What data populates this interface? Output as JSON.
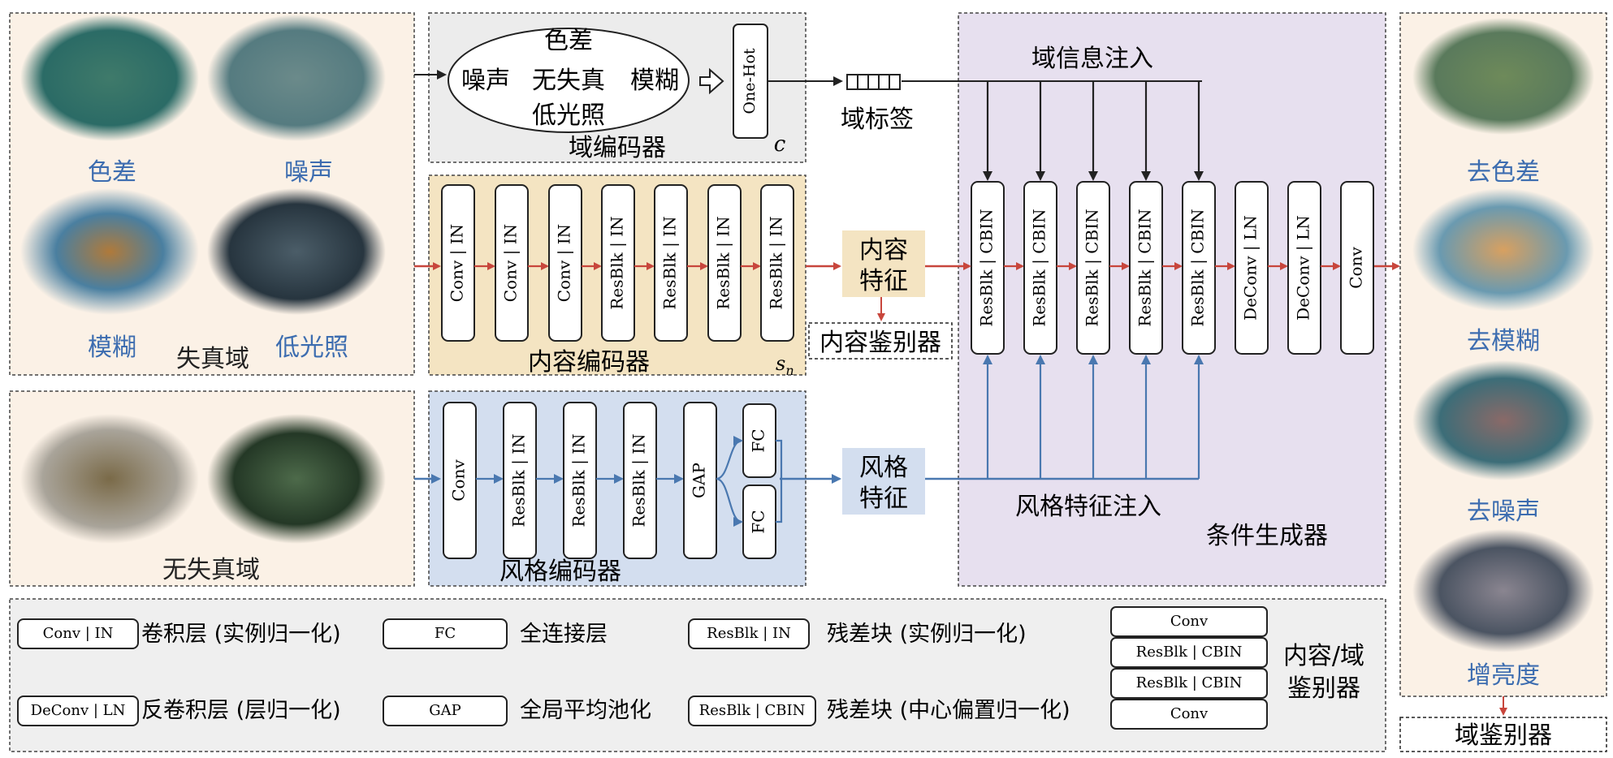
{
  "distortion_domain": {
    "images": [
      {
        "label": "色差"
      },
      {
        "label": "噪声"
      },
      {
        "label": "模糊"
      },
      {
        "label": "低光照"
      }
    ],
    "title": "失真域"
  },
  "clean_domain": {
    "title": "无失真域"
  },
  "domain_encoder": {
    "ellipse_items": [
      "色差",
      "噪声",
      "无失真",
      "模糊",
      "低光照"
    ],
    "onehot": "One-Hot",
    "c_symbol": "c",
    "title": "域编码器"
  },
  "domain_label": "域标签",
  "domain_injection": "域信息注入",
  "content_encoder": {
    "blocks": [
      "Conv | IN",
      "Conv | IN",
      "Conv | IN",
      "ResBlk | IN",
      "ResBlk | IN",
      "ResBlk | IN",
      "ResBlk | IN"
    ],
    "title": "内容编码器",
    "sn_symbol": "s",
    "sn_sub": "n"
  },
  "content_feature": [
    "内容",
    "特征"
  ],
  "content_discriminator": "内容鉴别器",
  "style_encoder": {
    "blocks": [
      "Conv",
      "ResBlk | IN",
      "ResBlk | IN",
      "ResBlk | IN",
      "GAP"
    ],
    "fc": [
      "FC",
      "FC"
    ],
    "title": "风格编码器"
  },
  "style_feature": [
    "风格",
    "特征"
  ],
  "style_injection": "风格特征注入",
  "generator": {
    "blocks": [
      "ResBlk | CBIN",
      "ResBlk | CBIN",
      "ResBlk | CBIN",
      "ResBlk | CBIN",
      "ResBlk | CBIN",
      "DeConv | LN",
      "DeConv | LN",
      "Conv"
    ],
    "title": "条件生成器"
  },
  "outputs": {
    "labels": [
      "去色差",
      "去模糊",
      "去噪声",
      "增亮度"
    ],
    "discriminator": "域鉴别器"
  },
  "legend": {
    "items": [
      {
        "box": "Conv | IN",
        "desc": "卷积层 (实例归一化)"
      },
      {
        "box": "FC",
        "desc": "全连接层"
      },
      {
        "box": "ResBlk | IN",
        "desc": "残差块 (实例归一化)"
      },
      {
        "box": "DeConv | LN",
        "desc": "反卷积层 (层归一化)"
      },
      {
        "box": "GAP",
        "desc": "全局平均池化"
      },
      {
        "box": "ResBlk | CBIN",
        "desc": "残差块 (中心偏置归一化)"
      }
    ],
    "stack": [
      "Conv",
      "ResBlk | CBIN",
      "ResBlk | CBIN",
      "Conv"
    ],
    "stack_label": [
      "内容/域",
      "鉴别器"
    ]
  },
  "colors": {
    "red_arrow": "#c8463c",
    "blue_arrow": "#4a78b0",
    "content_bg": "#f4e4c2",
    "style_bg": "#d3deef",
    "generator_bg": "#e7e0ef",
    "image_panel_bg": "#fbf1e6",
    "encoder_bg": "#ececec",
    "legend_bg": "#efefef",
    "label_blue": "#3d6db0"
  }
}
